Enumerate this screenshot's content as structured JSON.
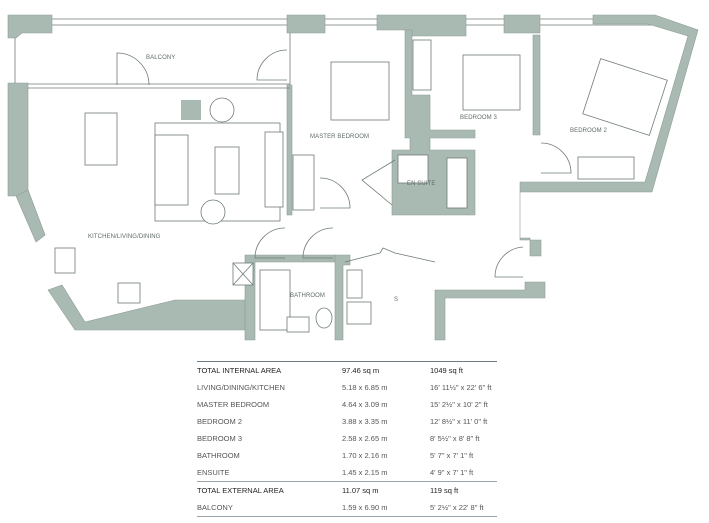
{
  "plan": {
    "rooms": {
      "balcony": "BALCONY",
      "master_bedroom": "MASTER BEDROOM",
      "bedroom3": "BEDROOM 3",
      "bedroom2": "BEDROOM 2",
      "en_suite": "EN SUITE",
      "kitchen": "KITCHEN/LIVING/DINING",
      "bathroom": "BATHROOM",
      "storage": "S"
    },
    "wall_color": "#a9bab3"
  },
  "table": {
    "rows": [
      {
        "name": "TOTAL INTERNAL AREA",
        "metric": "97.46 sq m",
        "imperial": "1049 sq ft",
        "total": true
      },
      {
        "name": "LIVING/DINING/KITCHEN",
        "metric": "5.18 x 6.85 m",
        "imperial": "16' 11½\" x 22' 6\" ft"
      },
      {
        "name": "MASTER BEDROOM",
        "metric": "4.64 x 3.09 m",
        "imperial": "15' 2½\" x 10' 2\" ft"
      },
      {
        "name": "BEDROOM 2",
        "metric": "3.88 x 3.35 m",
        "imperial": "12' 8½\" x 11' 0\" ft"
      },
      {
        "name": "BEDROOM 3",
        "metric": "2.58 x 2.65 m",
        "imperial": "8' 5½\" x 8' 8\" ft"
      },
      {
        "name": "BATHROOM",
        "metric": "1.70 x 2.16 m",
        "imperial": "5' 7\" x 7' 1\" ft"
      },
      {
        "name": "ENSUITE",
        "metric": "1.45 x 2.15 m",
        "imperial": "4' 9\" x 7' 1\" ft"
      },
      {
        "name": "TOTAL EXTERNAL AREA",
        "metric": "11.07 sq m",
        "imperial": "119 sq ft",
        "total": true
      },
      {
        "name": "BALCONY",
        "metric": "1.59 x 6.90 m",
        "imperial": "5' 2½\" x 22' 8\" ft"
      }
    ]
  }
}
